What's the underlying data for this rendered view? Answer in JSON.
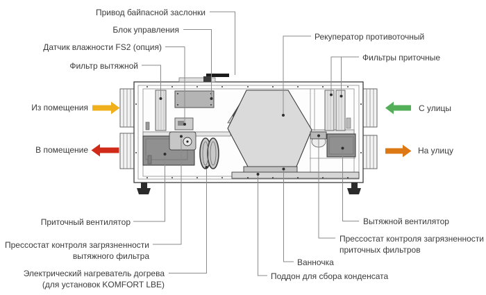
{
  "diagram": {
    "labels": {
      "bypass_drive": "Привод байпасной заслонки",
      "control_unit": "Блок управления",
      "humidity_sensor": "Датчик влажности FS2 (опция)",
      "exhaust_filter": "Фильтр вытяжной",
      "recuperator": "Рекуператор противоточный",
      "supply_filters": "Фильтры приточные",
      "supply_fan": "Приточный вентилятор",
      "exhaust_pressostat_line1": "Прессостат контроля загрязненности",
      "exhaust_pressostat_line2": "вытяжного фильтра",
      "heater_line1": "Электрический нагреватель догрева",
      "heater_line2": "(для установок KOMFORT LBE)",
      "exhaust_fan": "Вытяжной вентилятор",
      "supply_pressostat_line1": "Прессостат контроля загрязненности",
      "supply_pressostat_line2": "приточных фильтров",
      "vannochka": "Ванночка",
      "condensate_pan": "Поддон для сбора конденсата"
    },
    "airflow": {
      "from_room": {
        "label": "Из помещения",
        "direction": "right",
        "color": "#EFB01C"
      },
      "to_room": {
        "label": "В помещение",
        "direction": "left",
        "color": "#D02B18"
      },
      "from_street": {
        "label": "С улицы",
        "direction": "left",
        "color": "#52AE57"
      },
      "to_street": {
        "label": "На улицу",
        "direction": "right",
        "color": "#DC7914"
      }
    },
    "colors": {
      "leader_line": "#8a8a8a",
      "outline": "#3c3c3c",
      "panel_fill": "#dadada",
      "fan_fill": "#909090"
    }
  }
}
